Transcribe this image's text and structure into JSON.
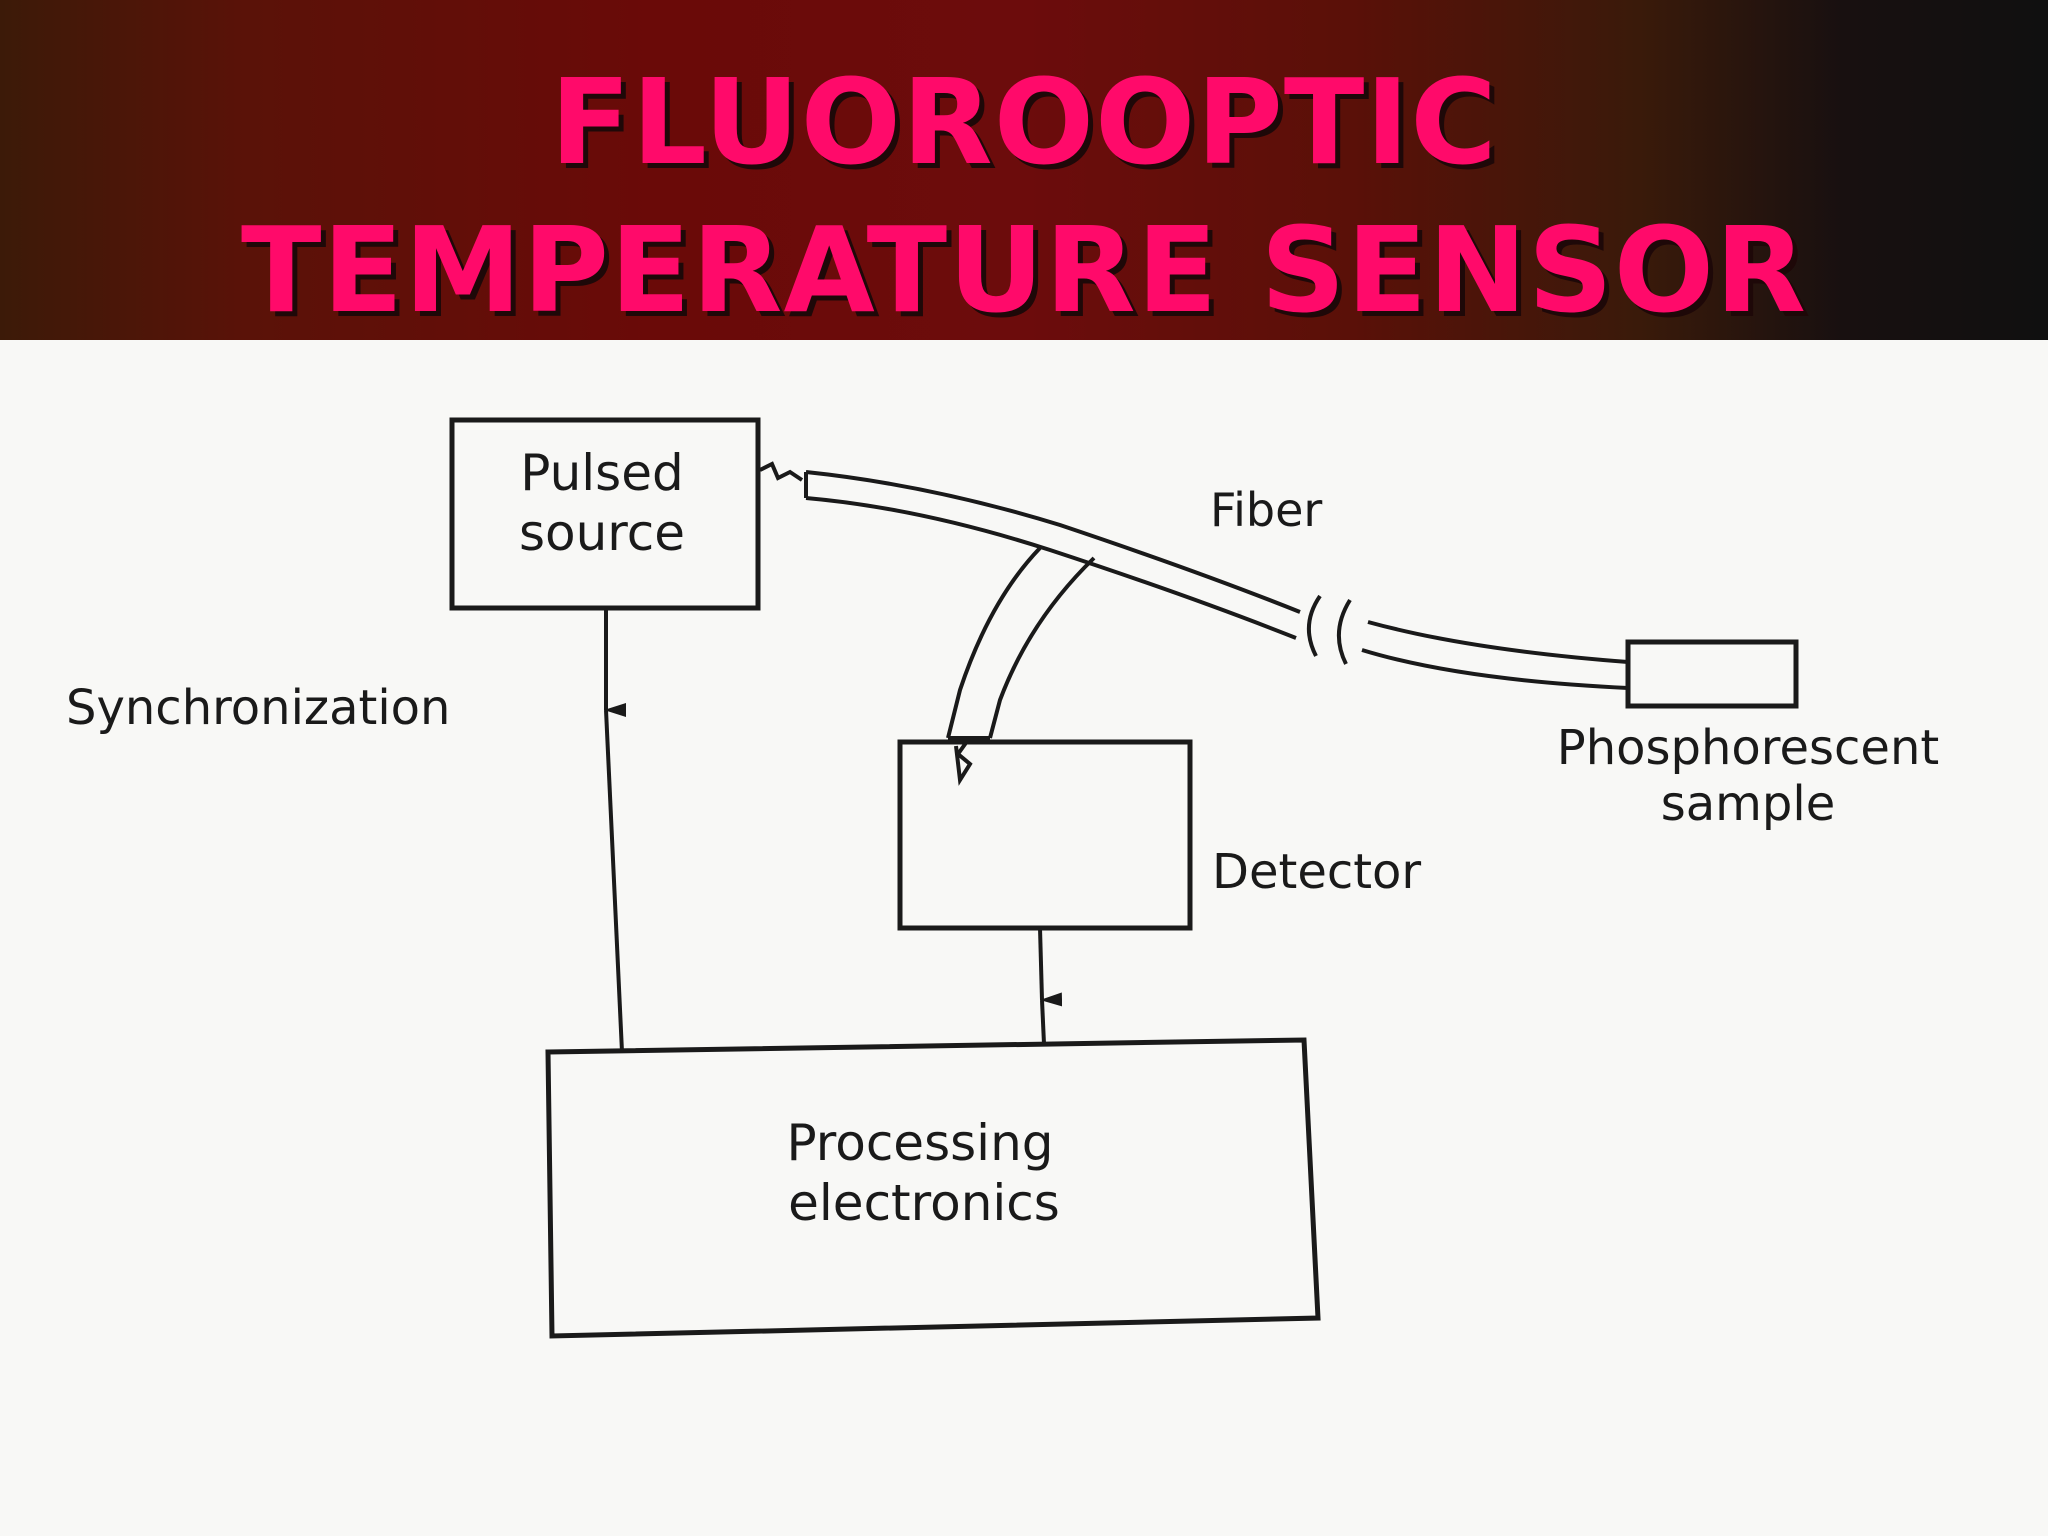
{
  "title": {
    "line1": "FLUOROOPTIC",
    "line2": "TEMPERATURE SENSOR"
  },
  "diagram": {
    "pulsed_source": {
      "line1": "Pulsed",
      "line2": "source"
    },
    "fiber_label": "Fiber",
    "synchronization_label": "Synchronization",
    "detector_label": "Detector",
    "phosphorescent_sample": {
      "line1": "Phosphorescent",
      "line2": "sample"
    },
    "processing_electronics": {
      "line1": "Processing",
      "line2": "electronics"
    }
  },
  "colors": {
    "title_text": "#ff0a6a",
    "title_shadow": "#1e0808",
    "header_dark_red": "#6a0a08",
    "background": "#f8f8f6",
    "ink": "#1a1a1a"
  }
}
